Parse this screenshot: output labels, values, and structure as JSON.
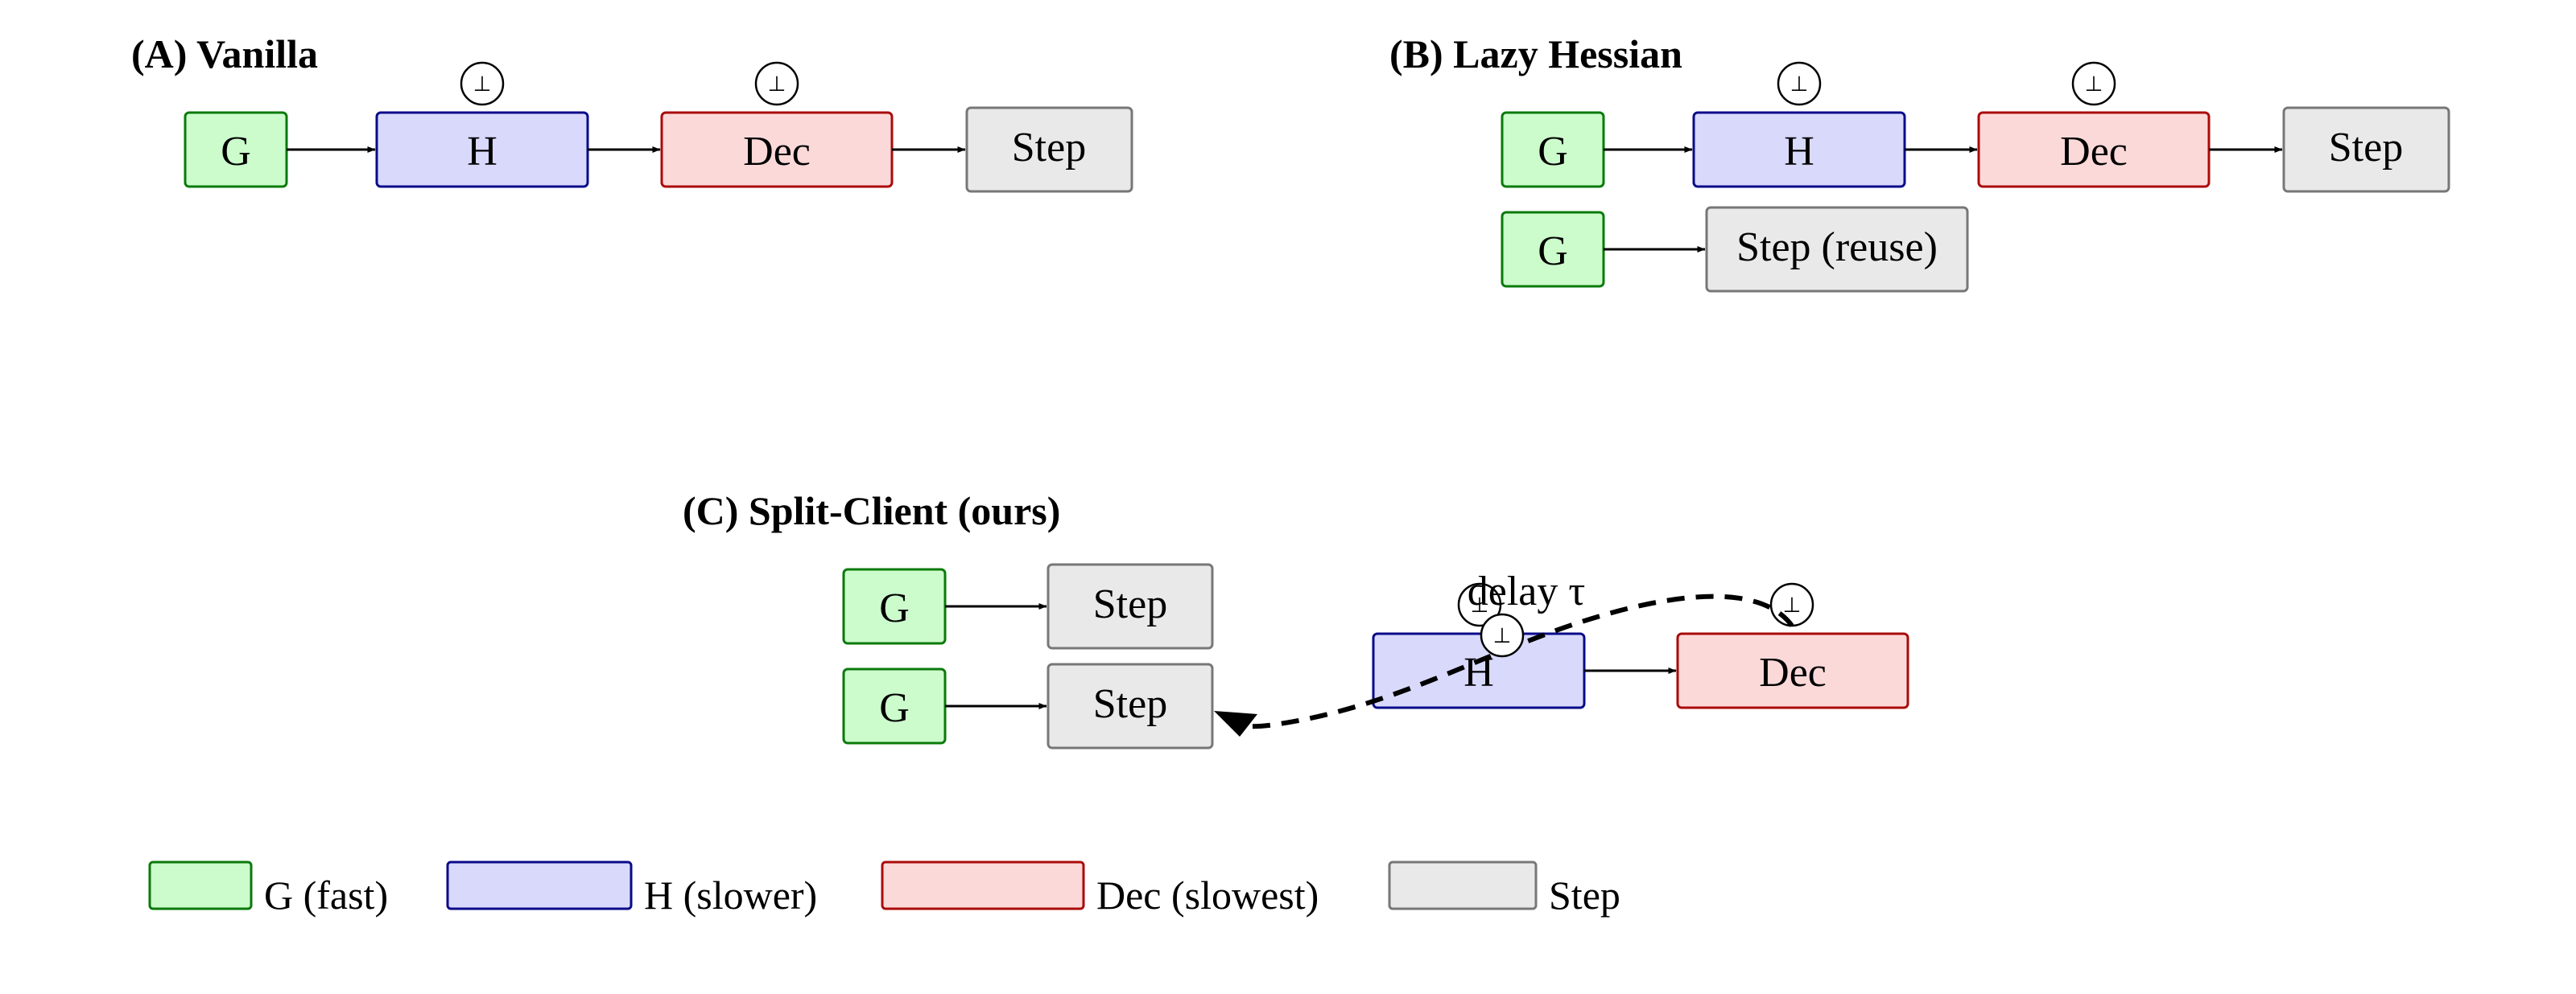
{
  "colors": {
    "g_fill": "#ccfccc",
    "g_stroke": "#0a7a0a",
    "h_fill": "#d9d9fc",
    "h_stroke": "#0a0a8a",
    "dec_fill": "#fcd9d9",
    "dec_stroke": "#aa0a0a",
    "step_fill": "#e9e9e9",
    "step_stroke": "#777777"
  },
  "panel_a": {
    "title": "(A) Vanilla",
    "g_label": "G",
    "h_label": "H",
    "dec_label": "Dec",
    "step_label": "Step",
    "h_clock": "⊥",
    "dec_clock": "⊥"
  },
  "panel_b": {
    "title": "(B) Lazy Hessian",
    "g_label": "G",
    "h_label": "H",
    "dec_label": "Dec",
    "step_label": "Step",
    "g2_label": "G",
    "step_reuse_label": "Step (reuse)",
    "h_clock": "⊥",
    "dec_clock": "⊥"
  },
  "panel_c": {
    "title": "(C) Split-Client (ours)",
    "g1_label": "G",
    "step1_label": "Step",
    "g2_label": "G",
    "step2_label": "Step",
    "h_label": "H",
    "dec_label": "Dec",
    "delay_label": "delay τ",
    "h_clock_a": "⊥",
    "h_clock_b": "⊥",
    "dec_clock": "⊥"
  },
  "legend": {
    "g": "G (fast)",
    "h": "H (slower)",
    "dec": "Dec (slowest)",
    "step": "Step"
  }
}
